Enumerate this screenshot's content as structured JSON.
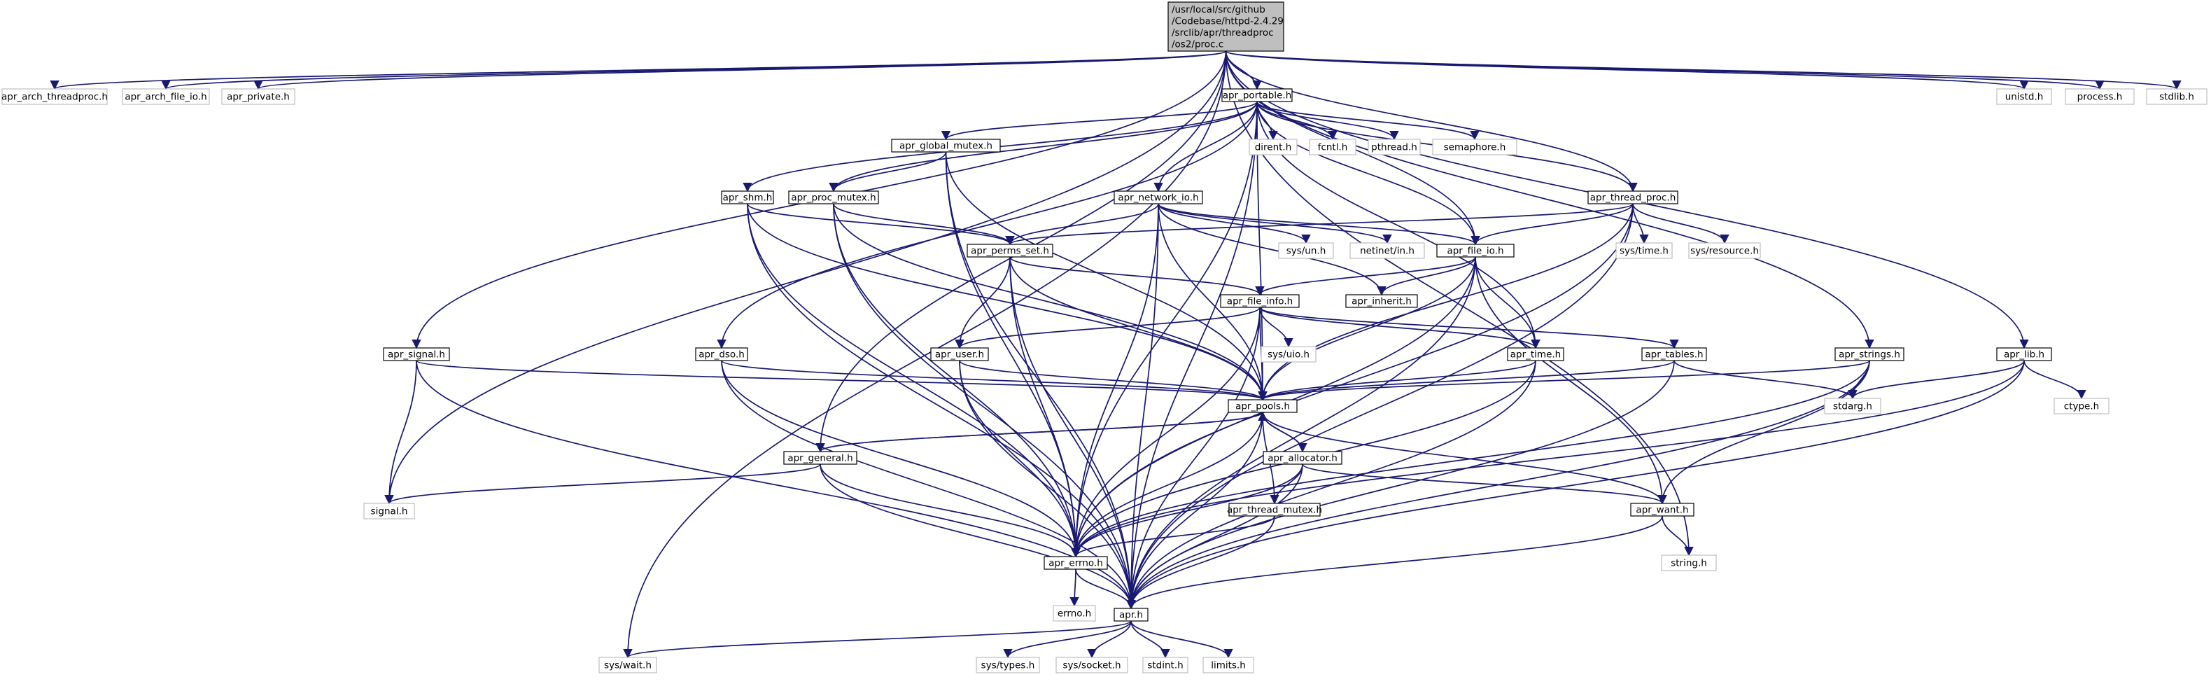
{
  "colors": {
    "edge": "#191970",
    "edge_external": "#a9a9a9",
    "root_fill": "#bfbfbf",
    "root_border": "#000000",
    "internal_border": "#000000",
    "external_border": "#bfbfbf",
    "node_fill": "#ffffff"
  },
  "nodes": [
    {
      "id": "root",
      "label": [
        "/usr/local/src/github",
        "/Codebase/httpd-2.4.29",
        "/srclib/apr/threadproc",
        "/os2/proc.c"
      ],
      "kind": "root"
    },
    {
      "id": "apr_arch_threadproc",
      "label": [
        "apr_arch_threadproc.h"
      ],
      "kind": "external"
    },
    {
      "id": "apr_arch_file_io",
      "label": [
        "apr_arch_file_io.h"
      ],
      "kind": "external"
    },
    {
      "id": "apr_private",
      "label": [
        "apr_private.h"
      ],
      "kind": "external"
    },
    {
      "id": "apr_portable",
      "label": [
        "apr_portable.h"
      ],
      "kind": "internal"
    },
    {
      "id": "unistd",
      "label": [
        "unistd.h"
      ],
      "kind": "external"
    },
    {
      "id": "process",
      "label": [
        "process.h"
      ],
      "kind": "external"
    },
    {
      "id": "stdlib",
      "label": [
        "stdlib.h"
      ],
      "kind": "external"
    },
    {
      "id": "apr_global_mutex",
      "label": [
        "apr_global_mutex.h"
      ],
      "kind": "internal"
    },
    {
      "id": "dirent",
      "label": [
        "dirent.h"
      ],
      "kind": "external"
    },
    {
      "id": "fcntl",
      "label": [
        "fcntl.h"
      ],
      "kind": "external"
    },
    {
      "id": "pthread",
      "label": [
        "pthread.h"
      ],
      "kind": "external"
    },
    {
      "id": "semaphore",
      "label": [
        "semaphore.h"
      ],
      "kind": "external"
    },
    {
      "id": "apr_shm",
      "label": [
        "apr_shm.h"
      ],
      "kind": "internal"
    },
    {
      "id": "apr_proc_mutex",
      "label": [
        "apr_proc_mutex.h"
      ],
      "kind": "internal"
    },
    {
      "id": "apr_network_io",
      "label": [
        "apr_network_io.h"
      ],
      "kind": "internal"
    },
    {
      "id": "apr_thread_proc",
      "label": [
        "apr_thread_proc.h"
      ],
      "kind": "internal"
    },
    {
      "id": "apr_perms_set",
      "label": [
        "apr_perms_set.h"
      ],
      "kind": "internal"
    },
    {
      "id": "sys_un",
      "label": [
        "sys/un.h"
      ],
      "kind": "external"
    },
    {
      "id": "netinet_in",
      "label": [
        "netinet/in.h"
      ],
      "kind": "external"
    },
    {
      "id": "apr_file_io",
      "label": [
        "apr_file_io.h"
      ],
      "kind": "internal"
    },
    {
      "id": "sys_time",
      "label": [
        "sys/time.h"
      ],
      "kind": "external"
    },
    {
      "id": "sys_resource",
      "label": [
        "sys/resource.h"
      ],
      "kind": "external"
    },
    {
      "id": "apr_inherit",
      "label": [
        "apr_inherit.h"
      ],
      "kind": "internal"
    },
    {
      "id": "apr_file_info",
      "label": [
        "apr_file_info.h"
      ],
      "kind": "internal"
    },
    {
      "id": "apr_signal",
      "label": [
        "apr_signal.h"
      ],
      "kind": "internal"
    },
    {
      "id": "apr_dso",
      "label": [
        "apr_dso.h"
      ],
      "kind": "internal"
    },
    {
      "id": "apr_user",
      "label": [
        "apr_user.h"
      ],
      "kind": "internal"
    },
    {
      "id": "sys_uio",
      "label": [
        "sys/uio.h"
      ],
      "kind": "external"
    },
    {
      "id": "apr_time",
      "label": [
        "apr_time.h"
      ],
      "kind": "internal"
    },
    {
      "id": "apr_tables",
      "label": [
        "apr_tables.h"
      ],
      "kind": "internal"
    },
    {
      "id": "apr_strings",
      "label": [
        "apr_strings.h"
      ],
      "kind": "internal"
    },
    {
      "id": "apr_lib",
      "label": [
        "apr_lib.h"
      ],
      "kind": "internal"
    },
    {
      "id": "apr_pools",
      "label": [
        "apr_pools.h"
      ],
      "kind": "internal"
    },
    {
      "id": "stdarg",
      "label": [
        "stdarg.h"
      ],
      "kind": "external"
    },
    {
      "id": "ctype",
      "label": [
        "ctype.h"
      ],
      "kind": "external"
    },
    {
      "id": "apr_general",
      "label": [
        "apr_general.h"
      ],
      "kind": "internal"
    },
    {
      "id": "apr_allocator",
      "label": [
        "apr_allocator.h"
      ],
      "kind": "internal"
    },
    {
      "id": "signal",
      "label": [
        "signal.h"
      ],
      "kind": "external"
    },
    {
      "id": "apr_thread_mutex",
      "label": [
        "apr_thread_mutex.h"
      ],
      "kind": "internal"
    },
    {
      "id": "apr_want",
      "label": [
        "apr_want.h"
      ],
      "kind": "internal"
    },
    {
      "id": "string",
      "label": [
        "string.h"
      ],
      "kind": "external"
    },
    {
      "id": "apr_errno",
      "label": [
        "apr_errno.h"
      ],
      "kind": "internal"
    },
    {
      "id": "errno",
      "label": [
        "errno.h"
      ],
      "kind": "external"
    },
    {
      "id": "apr",
      "label": [
        "apr.h"
      ],
      "kind": "internal"
    },
    {
      "id": "sys_wait",
      "label": [
        "sys/wait.h"
      ],
      "kind": "external"
    },
    {
      "id": "sys_types",
      "label": [
        "sys/types.h"
      ],
      "kind": "external"
    },
    {
      "id": "sys_socket",
      "label": [
        "sys/socket.h"
      ],
      "kind": "external"
    },
    {
      "id": "stdint",
      "label": [
        "stdint.h"
      ],
      "kind": "external"
    },
    {
      "id": "limits",
      "label": [
        "limits.h"
      ],
      "kind": "external"
    }
  ],
  "edges": [
    [
      "root",
      "apr_arch_threadproc"
    ],
    [
      "root",
      "apr_arch_file_io"
    ],
    [
      "root",
      "apr_private"
    ],
    [
      "root",
      "apr_portable"
    ],
    [
      "root",
      "unistd"
    ],
    [
      "root",
      "process"
    ],
    [
      "root",
      "stdlib"
    ],
    [
      "root",
      "apr_thread_proc"
    ],
    [
      "root",
      "apr_file_io"
    ],
    [
      "root",
      "apr_signal"
    ],
    [
      "root",
      "apr_general"
    ],
    [
      "root",
      "apr_strings"
    ],
    [
      "root",
      "apr_lib"
    ],
    [
      "root",
      "signal"
    ],
    [
      "root",
      "string"
    ],
    [
      "root",
      "sys_wait"
    ],
    [
      "apr_portable",
      "apr_global_mutex"
    ],
    [
      "apr_portable",
      "dirent"
    ],
    [
      "apr_portable",
      "fcntl"
    ],
    [
      "apr_portable",
      "pthread"
    ],
    [
      "apr_portable",
      "semaphore"
    ],
    [
      "apr_portable",
      "apr_shm"
    ],
    [
      "apr_portable",
      "apr_proc_mutex"
    ],
    [
      "apr_portable",
      "apr_network_io"
    ],
    [
      "apr_portable",
      "apr_thread_proc"
    ],
    [
      "apr_portable",
      "apr_file_io"
    ],
    [
      "apr_portable",
      "apr_dso"
    ],
    [
      "apr_portable",
      "apr_time"
    ],
    [
      "apr_portable",
      "apr_pools"
    ],
    [
      "apr_portable",
      "apr_errno"
    ],
    [
      "apr_portable",
      "apr"
    ],
    [
      "apr_global_mutex",
      "apr_proc_mutex"
    ],
    [
      "apr_global_mutex",
      "apr_pools"
    ],
    [
      "apr_global_mutex",
      "apr_errno"
    ],
    [
      "apr_global_mutex",
      "apr"
    ],
    [
      "apr_shm",
      "apr_perms_set"
    ],
    [
      "apr_shm",
      "apr_pools"
    ],
    [
      "apr_shm",
      "apr_errno"
    ],
    [
      "apr_shm",
      "apr"
    ],
    [
      "apr_proc_mutex",
      "apr_perms_set"
    ],
    [
      "apr_proc_mutex",
      "apr_pools"
    ],
    [
      "apr_proc_mutex",
      "apr_errno"
    ],
    [
      "apr_proc_mutex",
      "apr"
    ],
    [
      "apr_network_io",
      "apr_perms_set"
    ],
    [
      "apr_network_io",
      "sys_un"
    ],
    [
      "apr_network_io",
      "netinet_in"
    ],
    [
      "apr_network_io",
      "apr_file_io"
    ],
    [
      "apr_network_io",
      "apr_inherit"
    ],
    [
      "apr_network_io",
      "apr_pools"
    ],
    [
      "apr_network_io",
      "apr_errno"
    ],
    [
      "apr_network_io",
      "apr"
    ],
    [
      "apr_thread_proc",
      "apr_perms_set"
    ],
    [
      "apr_thread_proc",
      "apr_file_io"
    ],
    [
      "apr_thread_proc",
      "sys_time"
    ],
    [
      "apr_thread_proc",
      "sys_resource"
    ],
    [
      "apr_thread_proc",
      "apr_pools"
    ],
    [
      "apr_thread_proc",
      "apr_errno"
    ],
    [
      "apr_thread_proc",
      "apr"
    ],
    [
      "apr_perms_set",
      "apr_file_info"
    ],
    [
      "apr_perms_set",
      "apr_user"
    ],
    [
      "apr_perms_set",
      "apr_pools"
    ],
    [
      "apr_perms_set",
      "apr_errno"
    ],
    [
      "apr_perms_set",
      "apr"
    ],
    [
      "apr_file_io",
      "apr_file_info"
    ],
    [
      "apr_file_io",
      "apr_inherit"
    ],
    [
      "apr_file_io",
      "apr_time"
    ],
    [
      "apr_file_io",
      "apr_pools"
    ],
    [
      "apr_file_io",
      "apr_want"
    ],
    [
      "apr_file_io",
      "apr_errno"
    ],
    [
      "apr_file_io",
      "apr"
    ],
    [
      "apr_file_info",
      "apr_user"
    ],
    [
      "apr_file_info",
      "sys_uio"
    ],
    [
      "apr_file_info",
      "apr_time"
    ],
    [
      "apr_file_info",
      "apr_tables"
    ],
    [
      "apr_file_info",
      "apr_pools"
    ],
    [
      "apr_file_info",
      "apr_errno"
    ],
    [
      "apr_file_info",
      "apr"
    ],
    [
      "apr_signal",
      "apr_pools"
    ],
    [
      "apr_signal",
      "signal"
    ],
    [
      "apr_signal",
      "apr"
    ],
    [
      "apr_dso",
      "apr_pools"
    ],
    [
      "apr_dso",
      "apr_errno"
    ],
    [
      "apr_dso",
      "apr"
    ],
    [
      "apr_user",
      "apr_pools"
    ],
    [
      "apr_user",
      "apr_errno"
    ],
    [
      "apr_user",
      "apr"
    ],
    [
      "apr_time",
      "apr_pools"
    ],
    [
      "apr_time",
      "apr_errno"
    ],
    [
      "apr_time",
      "apr"
    ],
    [
      "apr_tables",
      "apr_pools"
    ],
    [
      "apr_tables",
      "stdarg"
    ],
    [
      "apr_tables",
      "apr"
    ],
    [
      "apr_strings",
      "apr_pools"
    ],
    [
      "apr_strings",
      "stdarg"
    ],
    [
      "apr_strings",
      "apr_want"
    ],
    [
      "apr_strings",
      "apr_errno"
    ],
    [
      "apr_strings",
      "apr"
    ],
    [
      "apr_lib",
      "stdarg"
    ],
    [
      "apr_lib",
      "ctype"
    ],
    [
      "apr_lib",
      "apr_errno"
    ],
    [
      "apr_lib",
      "apr"
    ],
    [
      "apr_pools",
      "apr_general"
    ],
    [
      "apr_pools",
      "apr_allocator"
    ],
    [
      "apr_pools",
      "apr_want"
    ],
    [
      "apr_pools",
      "apr_errno"
    ],
    [
      "apr_pools",
      "apr"
    ],
    [
      "apr_general",
      "apr_pools"
    ],
    [
      "apr_general",
      "signal"
    ],
    [
      "apr_general",
      "apr_errno"
    ],
    [
      "apr_general",
      "apr"
    ],
    [
      "apr_allocator",
      "apr_pools"
    ],
    [
      "apr_allocator",
      "apr_thread_mutex"
    ],
    [
      "apr_allocator",
      "apr_want"
    ],
    [
      "apr_allocator",
      "apr_errno"
    ],
    [
      "apr_allocator",
      "apr"
    ],
    [
      "apr_thread_mutex",
      "apr_pools"
    ],
    [
      "apr_thread_mutex",
      "apr_errno"
    ],
    [
      "apr_thread_mutex",
      "apr"
    ],
    [
      "apr_want",
      "string"
    ],
    [
      "apr_want",
      "apr"
    ],
    [
      "apr_errno",
      "errno"
    ],
    [
      "apr_errno",
      "apr"
    ],
    [
      "apr",
      "sys_types"
    ],
    [
      "apr",
      "sys_socket"
    ],
    [
      "apr",
      "stdint"
    ],
    [
      "apr",
      "limits"
    ],
    [
      "apr",
      "sys_wait"
    ]
  ]
}
